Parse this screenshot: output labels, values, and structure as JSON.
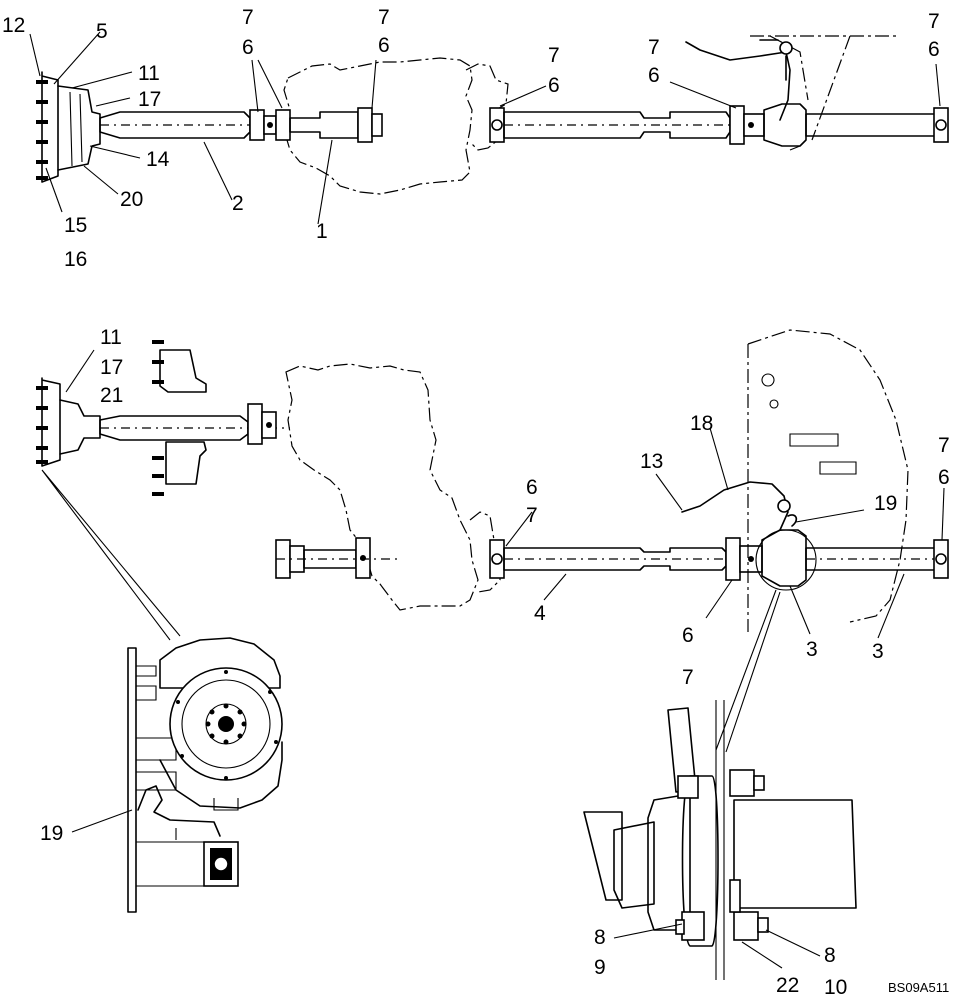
{
  "labels": {
    "t12": "12",
    "t5": "5",
    "t11a": "11",
    "t17a": "17",
    "t14": "14",
    "t20": "20",
    "t15": "15",
    "t16": "16",
    "t2": "2",
    "t7a": "7",
    "t6a": "6",
    "t1": "1",
    "t7b": "7",
    "t6b": "6",
    "t7c": "7",
    "t6c": "6",
    "t7d": "7",
    "t6d": "6",
    "t7e": "7",
    "t6e": "6",
    "t11b": "11",
    "t17b": "17",
    "t21": "21",
    "t18": "18",
    "t13": "13",
    "t19a": "19",
    "t7f": "7",
    "t6f": "6",
    "t6g": "6",
    "t7g": "7",
    "t4": "4",
    "t6h": "6",
    "t7h": "7",
    "t3a": "3",
    "t3b": "3",
    "t19b": "19",
    "t8a": "8",
    "t9": "9",
    "t22": "22",
    "t8b": "8",
    "t10": "10"
  },
  "drawing_code": "BS09A511"
}
